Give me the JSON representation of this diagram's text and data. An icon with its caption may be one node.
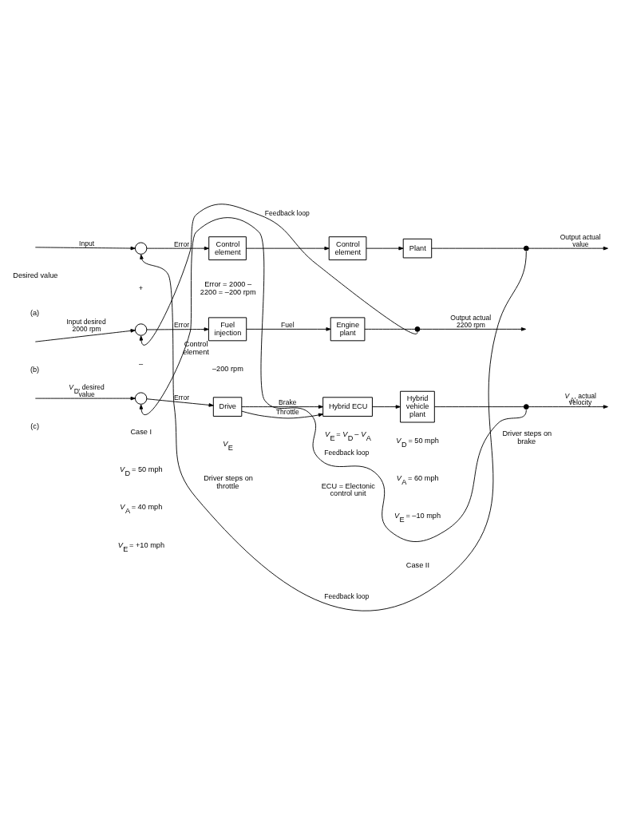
{
  "diagram": {
    "nodes": [
      {
        "text": [],
        "shape": "circle"
      },
      {
        "text": [
          "Control element"
        ]
      },
      {
        "text": [
          "Control element"
        ]
      },
      {
        "text": [
          "Plant"
        ]
      },
      {
        "text": [],
        "shape": "dot"
      },
      {
        "text": [],
        "shape": "circle"
      },
      {
        "text": [
          "Fuel injection"
        ],
        "beside": [
          "Control element"
        ]
      },
      {
        "text": [
          "Engine plant"
        ]
      },
      {
        "text": [],
        "shape": "dot"
      },
      {
        "text": [],
        "shape": "circle"
      },
      {
        "text": [
          "Drive"
        ]
      },
      {
        "text": [
          "Hybrid ECU"
        ]
      },
      {
        "text": [
          "Hybrid vehicle plant"
        ]
      },
      {
        "text": [],
        "shape": "dot"
      }
    ],
    "edges": [
      {
        "from": null,
        "to": 0,
        "arrow": "to",
        "label": "Input"
      },
      {
        "from": 0,
        "to": 1,
        "arrow": "to",
        "label": "Error"
      },
      {
        "from": 1,
        "to": 2,
        "arrow": "to"
      },
      {
        "from": 2,
        "to": 3,
        "arrow": "to"
      },
      {
        "from": 3,
        "to": 4,
        "arrow": "none"
      },
      {
        "from": 4,
        "to": null,
        "arrow": "to",
        "label": "Output actual value"
      },
      {
        "from": 4,
        "to": 0,
        "arrow": "to",
        "label": "Feedback loop"
      },
      {
        "from": null,
        "to": 5,
        "arrow": "to",
        "label": "Input desired 2000 rpm"
      },
      {
        "from": 5,
        "to": 6,
        "arrow": "to",
        "label": "Error"
      },
      {
        "from": 6,
        "to": 7,
        "arrow": "to",
        "label": "Fuel"
      },
      {
        "from": 7,
        "to": 8,
        "arrow": "none"
      },
      {
        "from": 8,
        "to": null,
        "arrow": "to",
        "label": "Output actual 2200 rpm"
      },
      {
        "from": 8,
        "to": 5,
        "arrow": "to",
        "label": "Feedback loop"
      },
      {
        "from": null,
        "to": 9,
        "arrow": "to",
        "label": "*V*$_{D}$, desired value"
      },
      {
        "from": 9,
        "to": 10,
        "arrow": "to",
        "label": "Error"
      },
      {
        "from": 10,
        "to": 11,
        "arrow": "to",
        "label": "Brake"
      },
      {
        "from": 10,
        "to": 11,
        "arrow": "to",
        "label": "Throttle"
      },
      {
        "from": 11,
        "to": 12,
        "arrow": "to"
      },
      {
        "from": 12,
        "to": 13,
        "arrow": "none"
      },
      {
        "from": 13,
        "to": null,
        "arrow": "to",
        "label": "*V*$_{A}$, actual velocity"
      },
      {
        "from": 13,
        "to": 9,
        "arrow": "to",
        "label": "Feedback loop"
      }
    ],
    "labels": [
      "Desired value",
      "(a)",
      "Error = 2000 – 2200 = –200 rpm",
      "+",
      "–",
      "–200 rpm",
      "(b)",
      "*V*$_{E}$",
      "ECU = Electonic control unit",
      "*V*$_{E}$ = *V*$_{D}$ – *V*$_{A}$",
      "Case I",
      "*V*$_{D}$ = 50 mph",
      "*V*$_{A}$ = 40 mph",
      "*V*$_{E}$ = +10 mph",
      "Driver steps on throttle",
      "Case II",
      "*V*$_{D}$ = 50 mph",
      "*V*$_{A}$ = 60 mph",
      "*V*$_{E}$ = –10 mph",
      "Driver steps on brake",
      "(c)"
    ]
  }
}
